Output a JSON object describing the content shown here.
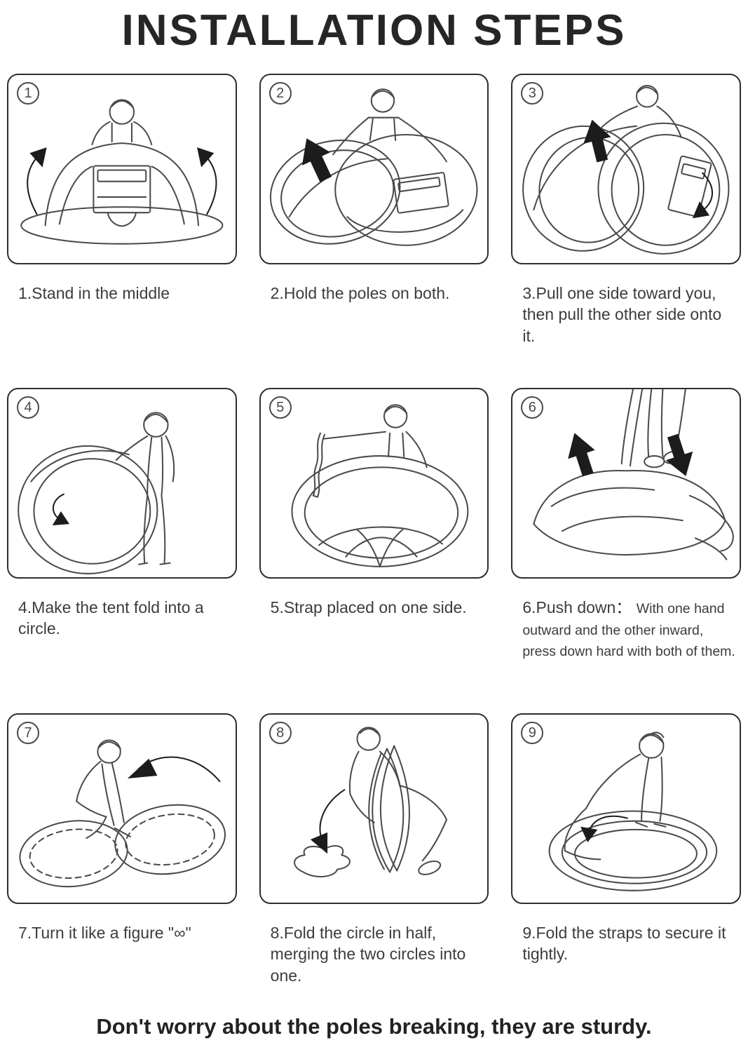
{
  "page": {
    "title": "INSTALLATION STEPS",
    "footer": "Don't worry about the poles breaking, they are sturdy."
  },
  "steps": [
    {
      "number": "1",
      "caption": "1.Stand in the middle"
    },
    {
      "number": "2",
      "caption": "2.Hold the poles on both."
    },
    {
      "number": "3",
      "caption": "3.Pull one side toward you, then pull the other side onto it."
    },
    {
      "number": "4",
      "caption": "4.Make the tent fold into a circle."
    },
    {
      "number": "5",
      "caption": "5.Strap placed on one side."
    },
    {
      "number": "6",
      "caption_lead": "6.Push down：",
      "caption_rest": "With one hand outward and the other inward, press down hard with both of them."
    },
    {
      "number": "7",
      "caption": "7.Turn it like a figure \"∞\""
    },
    {
      "number": "8",
      "caption": "8.Fold the circle in half, merging the two circles into one."
    },
    {
      "number": "9",
      "caption": "9.Fold the straps to secure it tightly."
    }
  ]
}
